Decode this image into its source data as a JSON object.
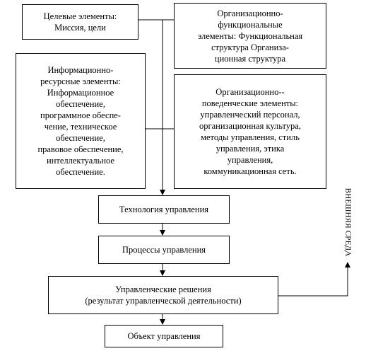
{
  "boxes": {
    "goal_elements": {
      "lines": [
        "Целевые элементы:",
        "Миссия, цели"
      ]
    },
    "org_functional_elements": {
      "lines": [
        "Организационно-",
        "функциональные",
        "элементы: Функциональная",
        "структура Организа-",
        "ционная структура"
      ]
    },
    "info_resource_elements": {
      "lines": [
        "Информационно-",
        "ресурсные элементы:",
        "Информационное",
        "обеспечение,",
        "программное обеспе-",
        "чение, техническое",
        "обеспечение,",
        "правовое обеспечение,",
        "интеллектуальное",
        "обеспечение."
      ]
    },
    "org_behavioral_elements": {
      "lines": [
        "Организационно--",
        "поведенческие элементы:",
        "управленческий персонал,",
        "организационная культура,",
        "методы управления, стиль",
        "управления, этика",
        "управления,",
        "коммуникационная сеть."
      ]
    },
    "management_technology": {
      "lines": [
        "Технология управления"
      ]
    },
    "management_processes": {
      "lines": [
        "Процессы управления"
      ]
    },
    "management_decisions": {
      "lines": [
        "Управленческие решения",
        "(результат управленческой деятельности)"
      ]
    },
    "management_object": {
      "lines": [
        "Объект управления"
      ]
    }
  },
  "external_environment": {
    "label": "ВНЕШНЯЯ СРЕДА"
  }
}
